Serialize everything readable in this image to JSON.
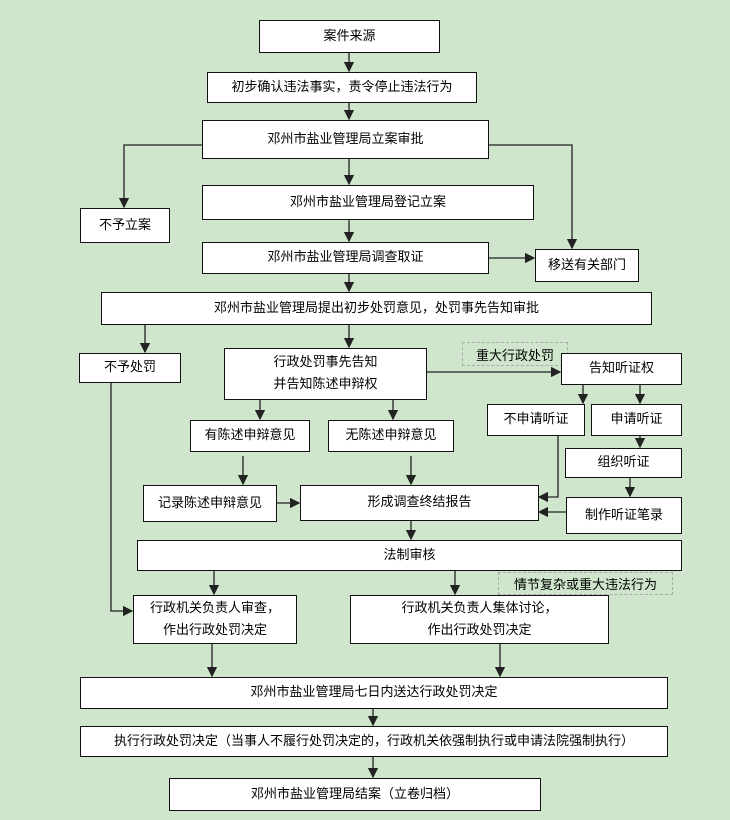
{
  "nodes": {
    "source": "案件来源",
    "confirm": "初步确认违法事实，责令停止违法行为",
    "approve": "邓州市盐业管理局立案审批",
    "no_case": "不予立案",
    "register": "邓州市盐业管理局登记立案",
    "investigate": "邓州市盐业管理局调查取证",
    "transfer": "移送有关部门",
    "opinion": "邓州市盐业管理局提出初步处罚意见，处罚事先告知审批",
    "no_penalty": "不予处罚",
    "notify_line1": "行政处罚事先告知",
    "notify_line2": "并告知陈述申辩权",
    "hearing_right": "告知听证权",
    "has_statement": "有陈述申辩意见",
    "no_statement": "无陈述申辩意见",
    "no_hearing": "不申请听证",
    "apply_hearing": "申请听证",
    "organize_hearing": "组织听证",
    "record_statement": "记录陈述申辩意见",
    "final_report": "形成调查终结报告",
    "hearing_record": "制作听证笔录",
    "legal_review": "法制审核",
    "head_review_line1": "行政机关负责人审查，",
    "head_review_line2": "作出行政处罚决定",
    "collective_line1": "行政机关负责人集体讨论，",
    "collective_line2": "作出行政处罚决定",
    "deliver": "邓州市盐业管理局七日内送达行政处罚决定",
    "execute": "执行行政处罚决定（当事人不履行处罚决定的，行政机关依强制执行或申请法院强制执行）",
    "close": "邓州市盐业管理局结案（立卷归档）"
  },
  "labels": {
    "major_penalty": "重大行政处罚",
    "complex_case": "情节复杂或重大违法行为"
  },
  "colors": {
    "background": "#cfe6cc",
    "line": "#222222"
  }
}
